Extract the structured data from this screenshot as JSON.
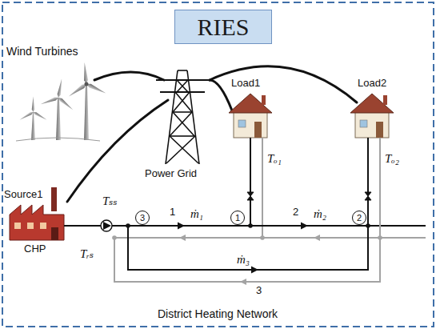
{
  "diagram": {
    "nodes": [
      {
        "text": [
          "RIES"
        ]
      },
      {
        "text": [
          "3"
        ]
      },
      {
        "text": [
          "1"
        ]
      },
      {
        "text": [
          "2"
        ]
      }
    ],
    "edges": [
      {
        "from": 1,
        "to": 2,
        "arrow": "to",
        "label": "ṁ₁"
      },
      {
        "from": 2,
        "to": 3,
        "arrow": "to",
        "label": "ṁ₂"
      },
      {
        "from": 1,
        "to": 3,
        "arrow": "to",
        "label": "ṁ₃"
      }
    ],
    "labels": [
      "Wind Turbines",
      "Power Grid",
      "Load1",
      "Load2",
      "Source1",
      "CHP",
      "Tₛₛ",
      "Tᵣₛ",
      "Tₒ₁",
      "Tₒ₂",
      "1",
      "2",
      "3",
      "District Heating Network"
    ]
  }
}
